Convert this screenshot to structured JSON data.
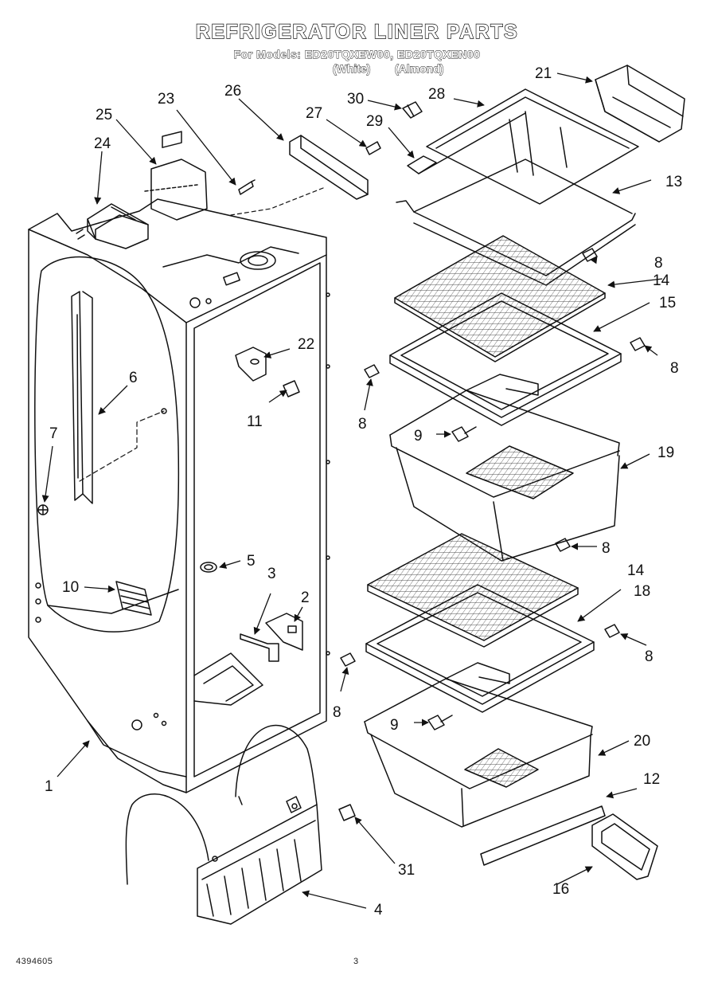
{
  "header": {
    "title": "REFRIGERATOR LINER PARTS",
    "subtitle": "For Models: ED20TQXEW00, ED20TQXEN00",
    "variant_white": "(White)",
    "variant_almond": "(Almond)"
  },
  "footer": {
    "doc_number": "4394605",
    "page_number": "3"
  },
  "callouts": [
    "1",
    "2",
    "3",
    "4",
    "5",
    "6",
    "7",
    "8",
    "9",
    "10",
    "11",
    "12",
    "13",
    "14",
    "15",
    "16",
    "18",
    "19",
    "20",
    "21",
    "22",
    "23",
    "24",
    "25",
    "26",
    "27",
    "28",
    "29",
    "30",
    "31"
  ]
}
